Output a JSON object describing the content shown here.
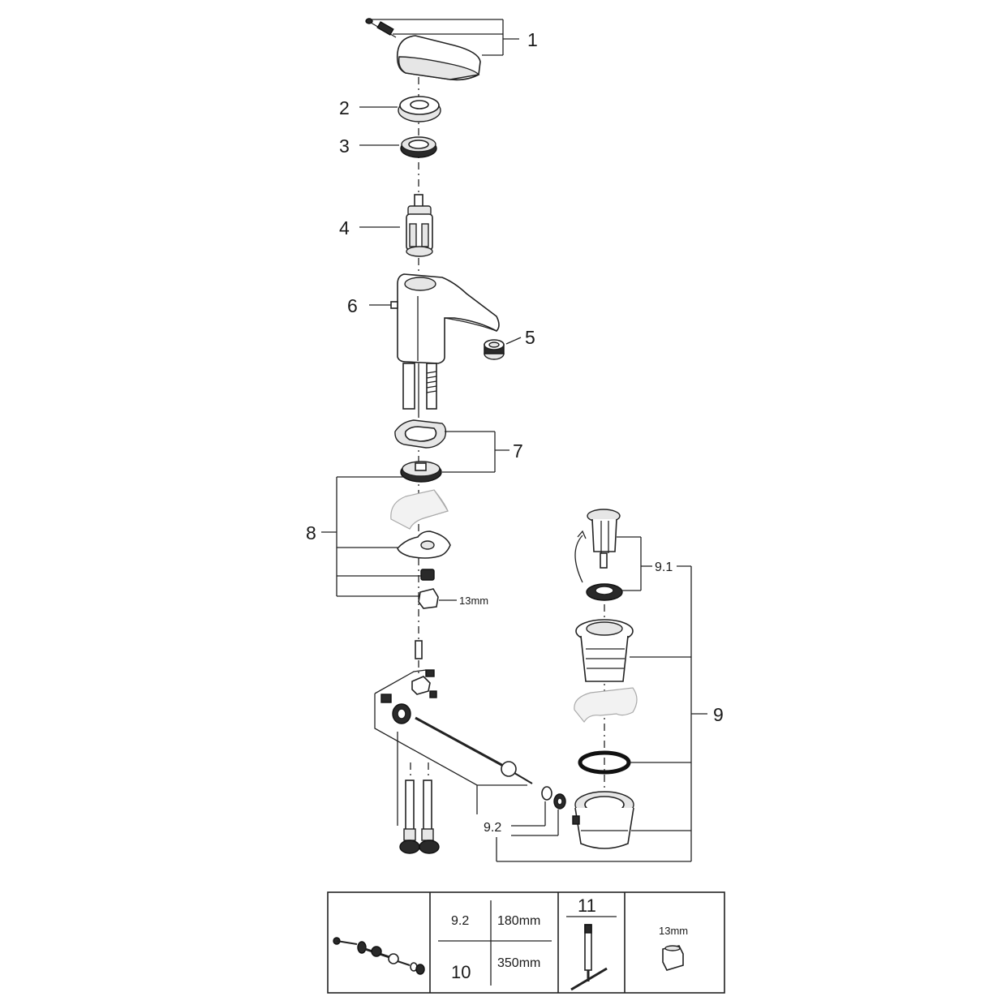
{
  "callouts": {
    "c1": "1",
    "c2": "2",
    "c3": "3",
    "c4": "4",
    "c5": "5",
    "c6": "6",
    "c7": "7",
    "c8": "8",
    "c8_size": "13mm",
    "c9": "9",
    "c91": "9.1",
    "c92": "9.2"
  },
  "table": {
    "row1_ref": "9.2",
    "row1_len": "180mm",
    "row2_ref": "10",
    "row2_len": "350mm",
    "tool_ref": "11",
    "nut_size": "13mm"
  }
}
